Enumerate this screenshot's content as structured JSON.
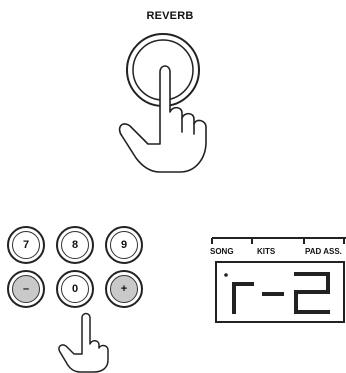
{
  "reverb": {
    "label": "REVERB"
  },
  "keypad": {
    "keys": [
      "7",
      "8",
      "9",
      "–",
      "0",
      "+"
    ],
    "shaded": [
      false,
      false,
      false,
      true,
      false,
      true
    ]
  },
  "display": {
    "labels": [
      "SONG",
      "KITS",
      "PAD ASS."
    ],
    "readout": "r-2"
  },
  "icons": [
    "pointing-hand-icon"
  ]
}
